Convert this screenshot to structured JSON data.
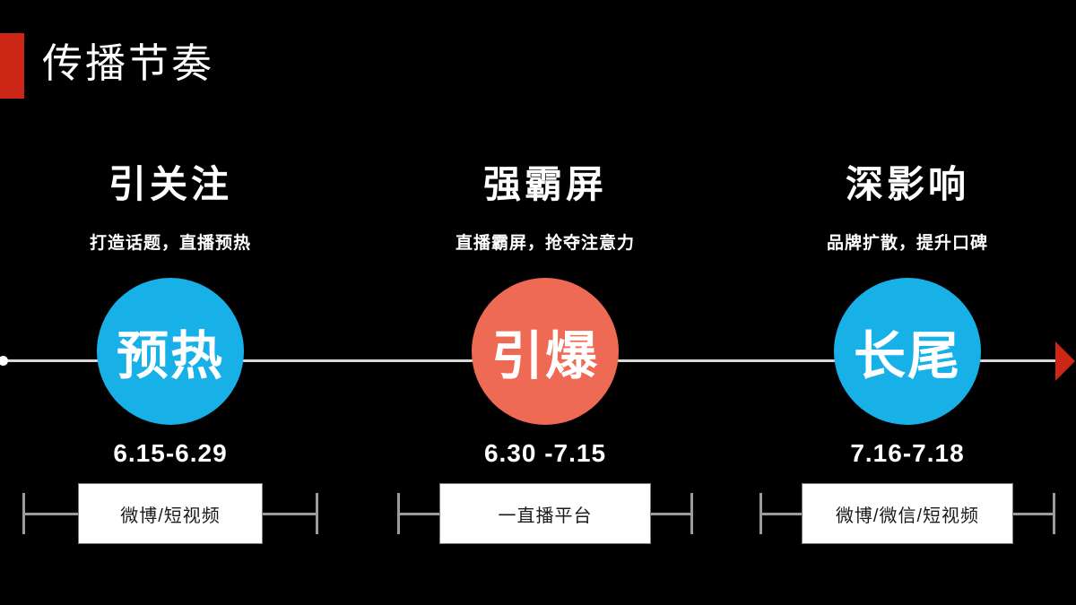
{
  "slide": {
    "title": "传播节奏",
    "background_color": "#000000",
    "accent_red": "#cc2617",
    "timeline_line_color": "#d9d9d9"
  },
  "phases": [
    {
      "heading": "引关注",
      "subtitle": "打造话题，直播预热",
      "circle_label": "预热",
      "circle_color": "#17b1e8",
      "date_range": "6.15-6.29",
      "channels": "微博/短视频"
    },
    {
      "heading": "强霸屏",
      "subtitle": "直播霸屏，抢夺注意力",
      "circle_label": "引爆",
      "circle_color": "#ee6a54",
      "date_range": "6.30 -7.15",
      "channels": "一直播平台"
    },
    {
      "heading": "深影响",
      "subtitle": "品牌扩散，提升口碑",
      "circle_label": "长尾",
      "circle_color": "#17b1e8",
      "date_range": "7.16-7.18",
      "channels": "微博/微信/短视频"
    }
  ]
}
